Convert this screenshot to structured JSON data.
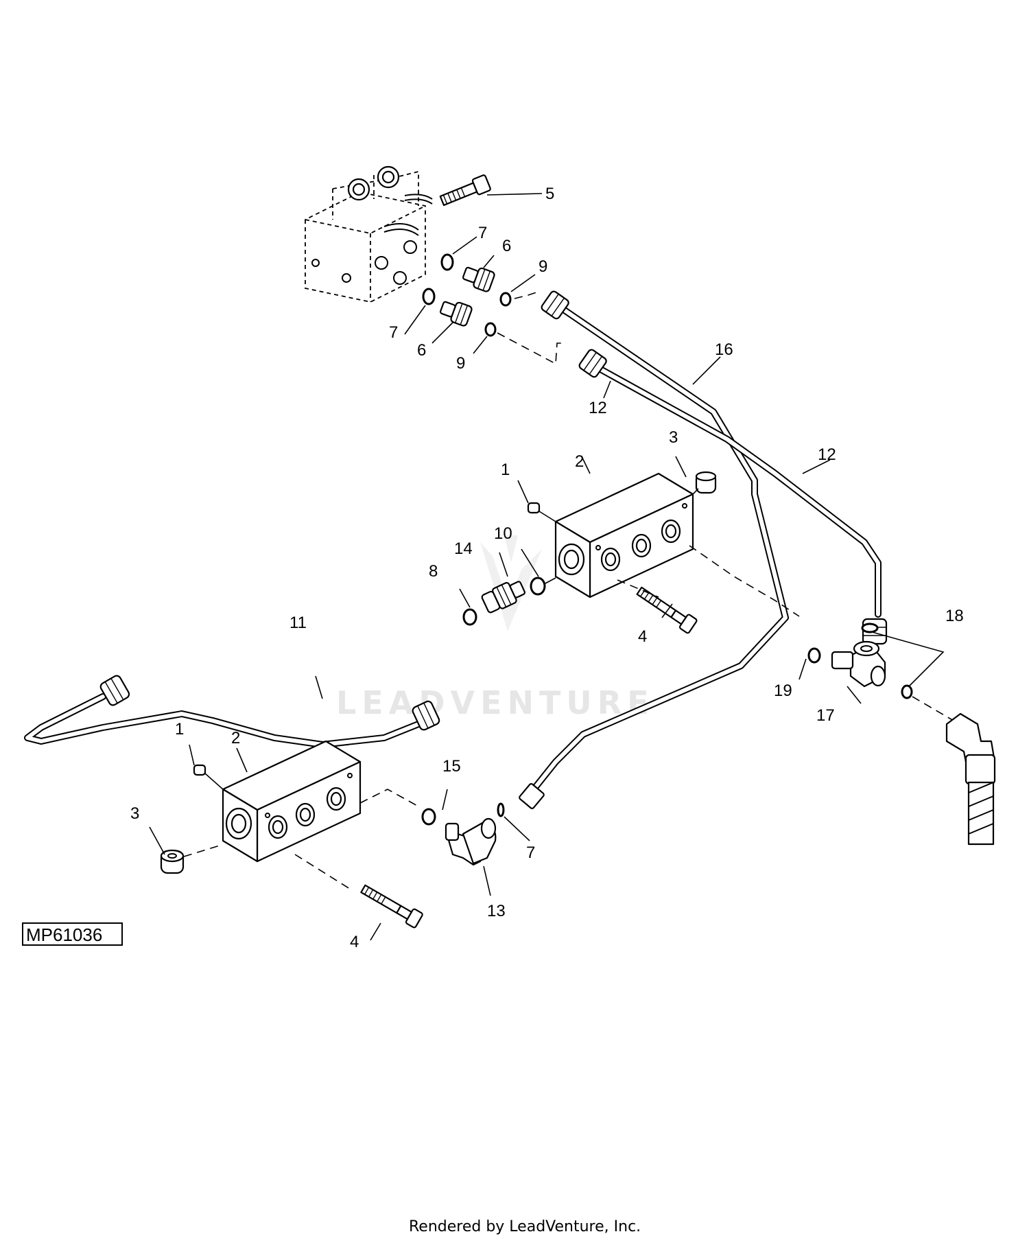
{
  "figure": {
    "id": "MP61036",
    "footer": "Rendered by LeadVenture, Inc.",
    "watermark": "LEADVENTURE"
  },
  "callouts": [
    {
      "key": "c1a",
      "label": "1"
    },
    {
      "key": "c1b",
      "label": "1"
    },
    {
      "key": "c2a",
      "label": "2"
    },
    {
      "key": "c2b",
      "label": "2"
    },
    {
      "key": "c3a",
      "label": "3"
    },
    {
      "key": "c3b",
      "label": "3"
    },
    {
      "key": "c4a",
      "label": "4"
    },
    {
      "key": "c4b",
      "label": "4"
    },
    {
      "key": "c5",
      "label": "5"
    },
    {
      "key": "c6a",
      "label": "6"
    },
    {
      "key": "c6b",
      "label": "6"
    },
    {
      "key": "c7a",
      "label": "7"
    },
    {
      "key": "c7b",
      "label": "7"
    },
    {
      "key": "c7c",
      "label": "7"
    },
    {
      "key": "c8",
      "label": "8"
    },
    {
      "key": "c9a",
      "label": "9"
    },
    {
      "key": "c9b",
      "label": "9"
    },
    {
      "key": "c10",
      "label": "10"
    },
    {
      "key": "c11",
      "label": "11"
    },
    {
      "key": "c12a",
      "label": "12"
    },
    {
      "key": "c12b",
      "label": "12"
    },
    {
      "key": "c13",
      "label": "13"
    },
    {
      "key": "c14",
      "label": "14"
    },
    {
      "key": "c15",
      "label": "15"
    },
    {
      "key": "c16",
      "label": "16"
    },
    {
      "key": "c17",
      "label": "17"
    },
    {
      "key": "c18",
      "label": "18"
    },
    {
      "key": "c19",
      "label": "19"
    }
  ]
}
